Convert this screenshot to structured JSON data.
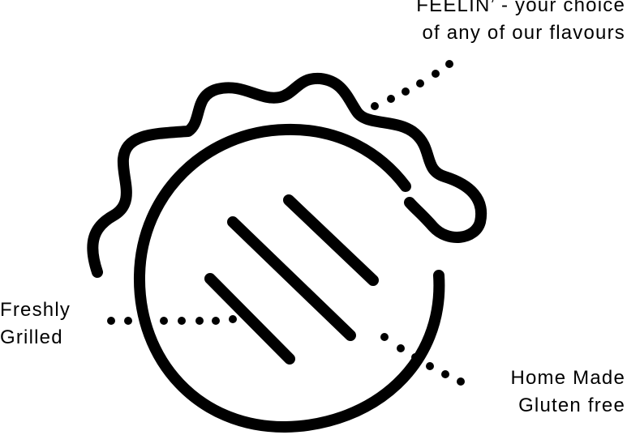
{
  "labels": {
    "flavours": {
      "line1": "FEELIN’ - your choice",
      "line2": "of any of our flavours"
    },
    "grilled": {
      "line1": "Freshly",
      "line2": "Grilled"
    },
    "home_made": {
      "line1": "Home Made",
      "line2": "Gluten free"
    }
  },
  "colors": {
    "ink": "#000000",
    "background": "#ffffff"
  }
}
